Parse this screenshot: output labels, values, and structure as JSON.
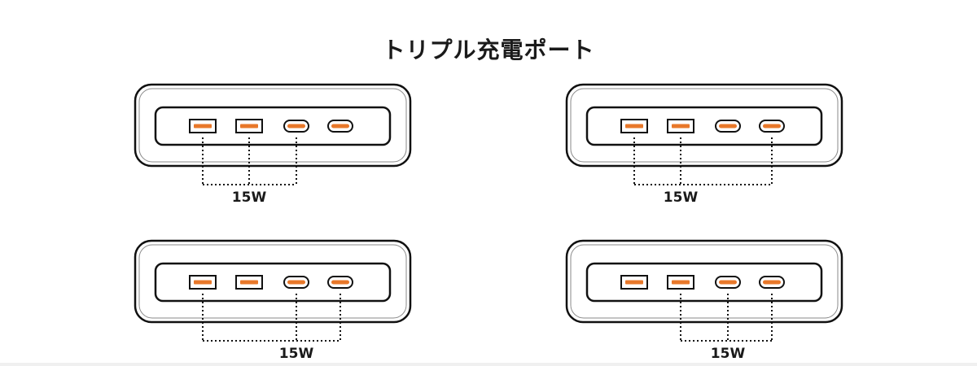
{
  "title": "トリプル充電ポート",
  "colors": {
    "port": "#e8782a",
    "outline": "#111111"
  },
  "port_types": [
    "usb-a",
    "usb-a",
    "usb-c",
    "usb-c"
  ],
  "panels": [
    {
      "label": "15W",
      "connected_ports": [
        0,
        1,
        2
      ]
    },
    {
      "label": "15W",
      "connected_ports": [
        0,
        1,
        3
      ]
    },
    {
      "label": "15W",
      "connected_ports": [
        0,
        2,
        3
      ]
    },
    {
      "label": "15W",
      "connected_ports": [
        1,
        2,
        3
      ]
    }
  ]
}
